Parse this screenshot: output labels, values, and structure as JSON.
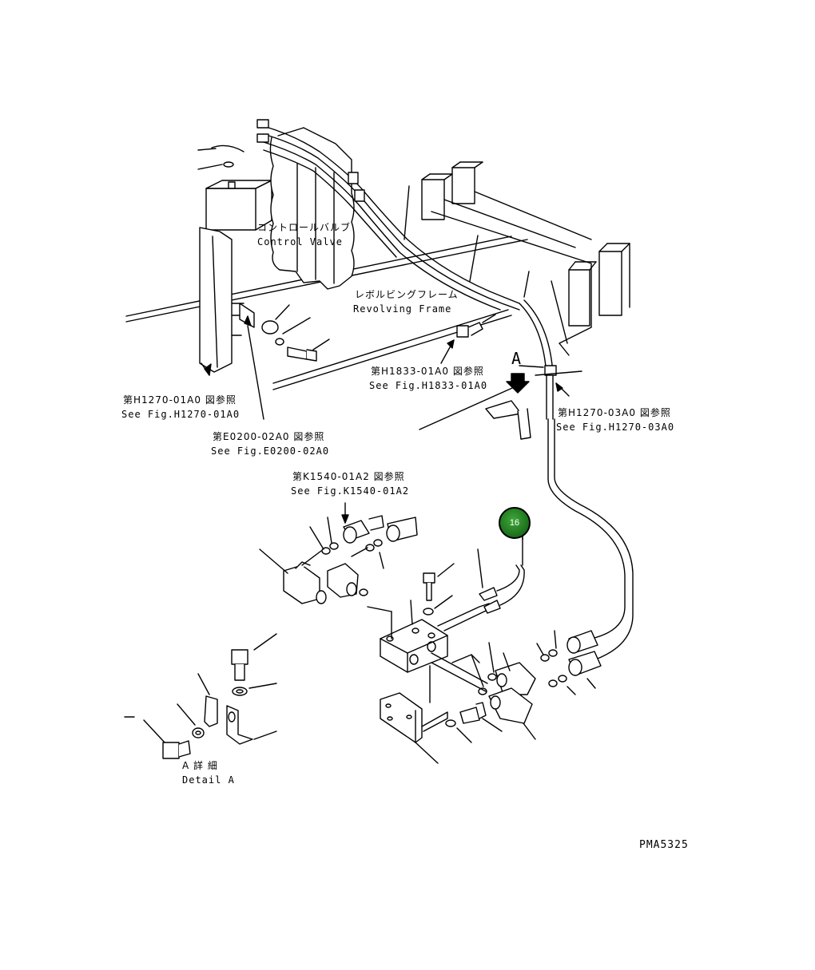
{
  "labels": {
    "control_valve_jp": "コントロールバルブ",
    "control_valve_en": "Control Valve",
    "revolving_frame_jp": "レボルビングフレーム",
    "revolving_frame_en": "Revolving Frame",
    "ref_h1833_jp": "第H1833-01A0 図参照",
    "ref_h1833_en": "See Fig.H1833-01A0",
    "arrow_a": "A",
    "ref_h1270_01_jp": "第H1270-01A0 図参照",
    "ref_h1270_01_en": "See Fig.H1270-01A0",
    "ref_h1270_03_jp": "第H1270-03A0 図参照",
    "ref_h1270_03_en": "See Fig.H1270-03A0",
    "ref_e0200_jp": "第E0200-02A0 図参照",
    "ref_e0200_en": "See Fig.E0200-02A0",
    "ref_k1540_jp": "第K1540-01A2 図参照",
    "ref_k1540_en": "See Fig.K1540-01A2",
    "detail_jp": "A 詳 細",
    "detail_en": "Detail A",
    "drawing_code": "PMA5325"
  },
  "callouts": [
    {
      "number": "16",
      "color": "#1f7a1f"
    }
  ]
}
